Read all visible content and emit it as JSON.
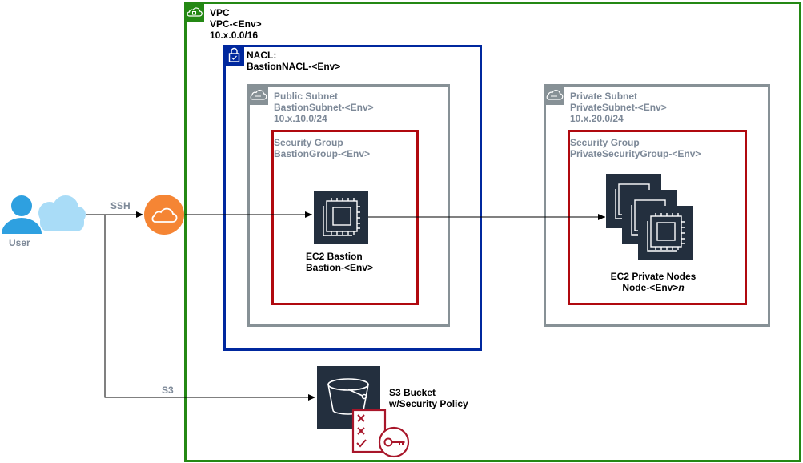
{
  "vpc": {
    "title": "VPC",
    "name": "VPC-<Env>",
    "cidr": "10.x.0.0/16"
  },
  "nacl": {
    "title": "NACL:",
    "name": "BastionNACL-<Env>"
  },
  "public_subnet": {
    "title": "Public Subnet",
    "name": "BastionSubnet-<Env>",
    "cidr": "10.x.10.0/24"
  },
  "private_subnet": {
    "title": "Private Subnet",
    "name": "PrivateSubnet-<Env>",
    "cidr": "10.x.20.0/24"
  },
  "bastion_sg": {
    "title": "Security Group",
    "name": "BastionGroup-<Env>"
  },
  "private_sg": {
    "title": "Security Group",
    "name": "PrivateSecurityGroup-<Env>"
  },
  "bastion": {
    "title": "EC2 Bastion",
    "name": "Bastion-<Env>"
  },
  "private_nodes": {
    "title": "EC2 Private Nodes",
    "name_prefix": "Node-<Env>",
    "name_suffix": "n"
  },
  "s3": {
    "title": "S3 Bucket",
    "subtitle": "w/Security Policy"
  },
  "user": {
    "label": "User"
  },
  "edges": {
    "ssh": "SSH",
    "s3": "S3"
  },
  "colors": {
    "vpc": "#248814",
    "nacl": "#00289e",
    "subnet": "#879196",
    "security_group": "#b0090f",
    "ec2": "#232f3e",
    "gateway": "#f58534",
    "user": "#2ea0e0",
    "policy": "#a8162a"
  },
  "icons": {
    "vpc": "vpc-cloud-lock-icon",
    "nacl": "nacl-padlock-icon",
    "subnet": "subnet-cloud-icon",
    "ec2": "ec2-chip-icon",
    "gateway": "internet-gateway-cloud-icon",
    "user": "user-cloud-icon",
    "s3": "s3-bucket-icon",
    "policy": "security-policy-icon"
  }
}
